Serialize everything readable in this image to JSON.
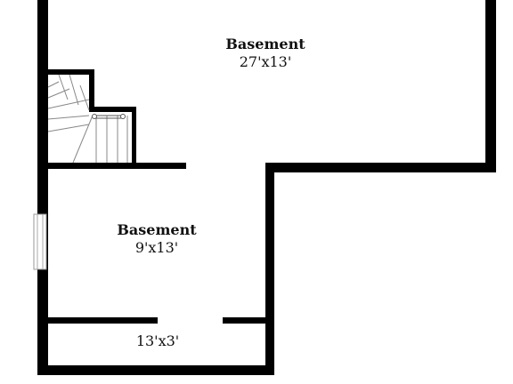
{
  "floorplan": {
    "rooms": [
      {
        "name": "Basement",
        "dimensions": "27'x13'"
      },
      {
        "name": "Basement",
        "dimensions": "9'x13'"
      },
      {
        "name": "",
        "dimensions": "13'x3'"
      }
    ]
  },
  "colors": {
    "wall": "#000000",
    "background": "#ffffff",
    "fixture_line": "#888888"
  }
}
